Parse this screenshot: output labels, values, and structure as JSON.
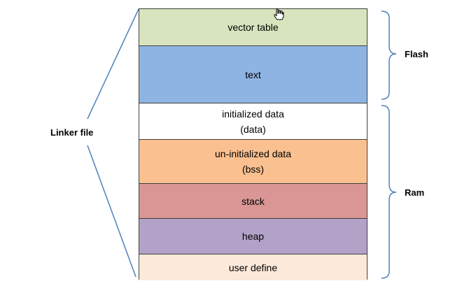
{
  "diagram": {
    "linker_label": "Linker file",
    "flash_label": "Flash",
    "ram_label": "Ram",
    "regions": [
      {
        "id": "vector-table",
        "line1": "vector table",
        "line2": "",
        "color": "#d7e4bd"
      },
      {
        "id": "text",
        "line1": "text",
        "line2": "",
        "color": "#8eb4e3"
      },
      {
        "id": "initialized-data",
        "line1": "initialized data",
        "line2": "(data)",
        "color": "#ffffff"
      },
      {
        "id": "uninitialized-data",
        "line1": "un-initialized data",
        "line2": "(bss)",
        "color": "#fac090"
      },
      {
        "id": "stack",
        "line1": "stack",
        "line2": "",
        "color": "#d99694"
      },
      {
        "id": "heap",
        "line1": "heap",
        "line2": "",
        "color": "#b3a2c7"
      },
      {
        "id": "user-define",
        "line1": "user define",
        "line2": "",
        "color": "#fde9d9"
      }
    ],
    "line_color": "#4f81bd",
    "cursor_icon": "hand-cursor-icon"
  }
}
